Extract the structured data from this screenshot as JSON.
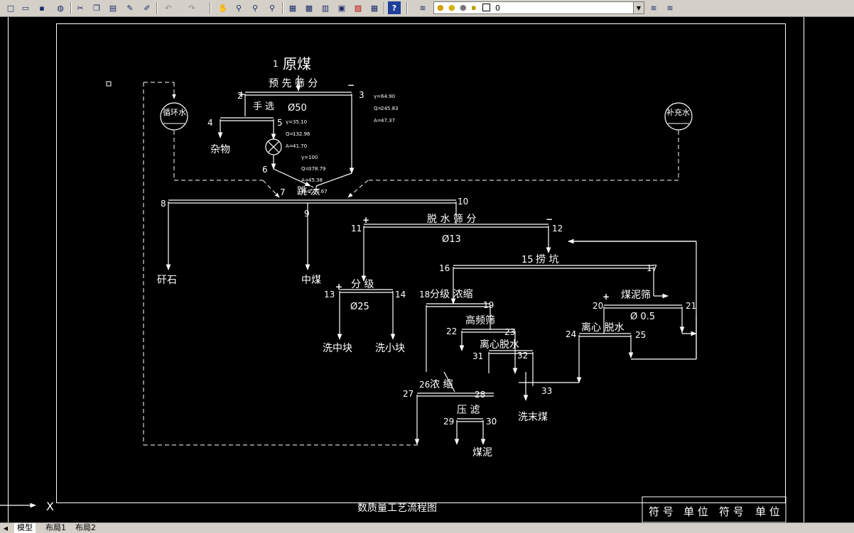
{
  "toolbar": {
    "icons": [
      "new-icon",
      "open-icon",
      "save-icon",
      "publish-icon",
      "cut-icon",
      "copy-icon",
      "paste-icon",
      "matchprop-icon",
      "brush-icon",
      "undo-icon",
      "redo-icon",
      "pan-icon",
      "zoom-realtime-icon",
      "zoom-window-icon",
      "zoom-previous-icon",
      "properties-icon",
      "design-center-icon",
      "tool-palette-icon",
      "sheet-set-icon",
      "markup-icon",
      "quickcalc-icon",
      "help-icon",
      "layer-manager-icon",
      "layer-state-icon"
    ],
    "layer_value": "0"
  },
  "drawing": {
    "title": "数质量工艺流程图",
    "nodes": [
      {
        "num": "1",
        "label": "原煤"
      },
      {
        "num": "2",
        "label": "手 选"
      },
      {
        "num": "3",
        "label": ""
      },
      {
        "num": "4",
        "label": "杂物"
      },
      {
        "num": "5",
        "label": ""
      },
      {
        "num": "6",
        "label": ""
      },
      {
        "num": "7",
        "label": "跳 汰"
      },
      {
        "num": "8",
        "label": "矸石"
      },
      {
        "num": "9",
        "label": "中煤"
      },
      {
        "num": "10",
        "label": ""
      },
      {
        "num": "11",
        "label": ""
      },
      {
        "num": "12",
        "label": ""
      },
      {
        "num": "13",
        "label": "洗中块"
      },
      {
        "num": "14",
        "label": "洗小块"
      },
      {
        "num": "15",
        "label": "捞 坑"
      },
      {
        "num": "16",
        "label": ""
      },
      {
        "num": "17",
        "label": ""
      },
      {
        "num": "18",
        "label": "分级 浓缩"
      },
      {
        "num": "19",
        "label": ""
      },
      {
        "num": "20",
        "label": ""
      },
      {
        "num": "21",
        "label": ""
      },
      {
        "num": "22",
        "label": "高频筛"
      },
      {
        "num": "23",
        "label": "离心脱水"
      },
      {
        "num": "24",
        "label": "离心 脱水"
      },
      {
        "num": "25",
        "label": ""
      },
      {
        "num": "26",
        "label": "浓 缩"
      },
      {
        "num": "27",
        "label": ""
      },
      {
        "num": "28",
        "label": "压 滤"
      },
      {
        "num": "29",
        "label": ""
      },
      {
        "num": "30",
        "label": "煤泥"
      },
      {
        "num": "31",
        "label": ""
      },
      {
        "num": "32",
        "label": ""
      },
      {
        "num": "33",
        "label": "洗末煤"
      }
    ],
    "process_labels": {
      "prescreen": "预 先 筛 分",
      "phi50": "Ø50",
      "dewater_screen": "脱 水 筛 分",
      "phi13": "Ø13",
      "grading": "分 级",
      "phi25": "Ø25",
      "slime_screen": "煤泥筛",
      "phi05": "Ø 0.5",
      "circ_water": "循环水",
      "makeup_water": "补充水"
    },
    "legend_header": [
      "符 号",
      "单 位",
      "符 号",
      "单 位"
    ],
    "ucs_label": "X",
    "node3": {
      "g": "64.90",
      "q": "245.83",
      "a": "47.37"
    },
    "node5": {
      "g": "35.10",
      "q": "132.96",
      "a": "41.70"
    },
    "node7": {
      "g": "100",
      "q": "378.79",
      "a": "45.38",
      "w": "2.60.67"
    }
  },
  "tabs": [
    "模型",
    "布局1",
    "布局2"
  ]
}
